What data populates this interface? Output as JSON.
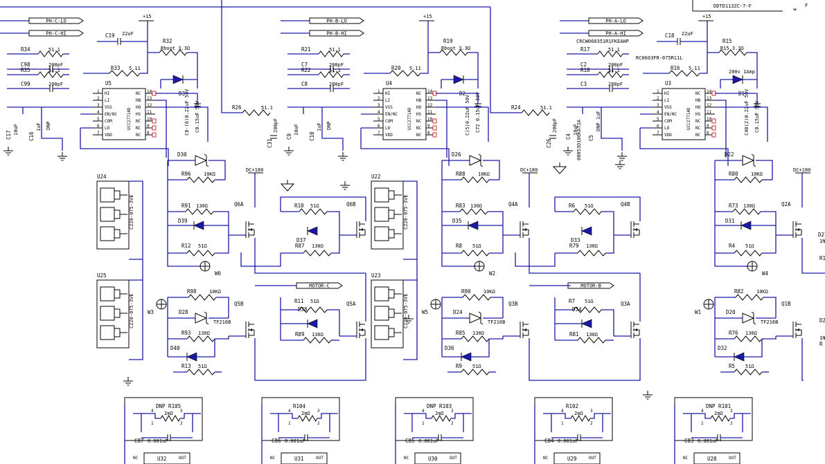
{
  "top_right": {
    "part": "DDTD113ZC-7-F",
    "corner_glyph": "4",
    "corner_f": "F"
  },
  "phases": [
    {
      "id": "C",
      "lo": "PH-C-LO",
      "hi": "PH-C-HI",
      "supply": "+15",
      "u": "U5",
      "uic": "UCC27714D",
      "cboot": "C19",
      "cboot_val": "22uF",
      "rboot": "R32",
      "rboot_val": "Rboot 3.3Ω",
      "rA": "R34",
      "rA_val": "51.1",
      "cA": "C98",
      "cA_val": "200pF",
      "rB": "R35",
      "rB_val": "51.1",
      "cB": "C99",
      "cB_val": "200pF",
      "rC": "R33",
      "rC_val": "5.11",
      "d": "D3",
      "cap2": "C8-(6)0.22uF 50V",
      "cap3": "C0.15uF 50V",
      "cx1": "C17",
      "cx1v": "10uF",
      "cx2": "C16",
      "cx2v": "1uF",
      "dnp": "DNP"
    },
    {
      "id": "B",
      "lo": "PH-B-LO",
      "hi": "PH-B-HI",
      "supply": "+15",
      "u": "U4",
      "uic": "UCC27714D",
      "rboot": "R19",
      "rboot_val": "Rboot 3.3Ω",
      "rA": "R21",
      "rA_val": "51.1",
      "cA": "C7",
      "cA_val": "200pF",
      "rB": "R22",
      "rB_val": "51.1",
      "cB": "C8",
      "cB_val": "200pF",
      "rC": "R20",
      "rC_val": "5.11",
      "d": "D2",
      "cap2": "C(5)0.22uF 50V",
      "cap3": "C72 0.15uF 50V",
      "cx1": "C9",
      "cx1v": "10uF",
      "cx2": "C10",
      "cx2v": "1uF",
      "dnp": "DNP",
      "rin": "R26",
      "rin_val": "51.1",
      "cin": "C31",
      "cin_val": "200pF"
    },
    {
      "id": "A",
      "lo": "PH-A-LO",
      "hi": "PH-A-HI",
      "supply": "+15",
      "u": "U3",
      "uic": "UCC27714D",
      "cboot": "C18",
      "cboot_val": "22uF",
      "rboot": "R15",
      "rboot_val": "R15 3.3Ω",
      "rA": "R17",
      "rA_val": "51.1",
      "cA": "C2",
      "cA_val": "200pF",
      "rB": "R18",
      "rB_val": "51.1",
      "cB": "C3",
      "cB_val": "200pF",
      "rC": "R16",
      "rC_val": "5.11",
      "d": "D1",
      "dval": "200v 1Amp",
      "cap2": "C40(2)0.22uF 50V",
      "cap3": "C0.15uF 50V",
      "part1": "CRCW060351R1FKEAHP",
      "part2": "RC0603FR-075R11L",
      "cx1": "C4",
      "cx1v": "10uF",
      "cx2": "C5",
      "cx2v": "DNP 1uF",
      "cx1part": "08053D106KAT2A",
      "rin": "R24",
      "rin_val": "51.1",
      "cin": "C26",
      "cin_val": "200pF"
    }
  ],
  "ic_pins_left": [
    "HI",
    "LI",
    "VSS",
    "EN/NC",
    "COM",
    "LO",
    "VDD"
  ],
  "ic_pins_right": [
    "NC",
    "HB",
    "HO",
    "HS",
    "NC",
    "NC",
    "NC"
  ],
  "ic_pin_nums_left": [
    "1",
    "2",
    "3",
    "4",
    "5",
    "6",
    "7"
  ],
  "ic_pin_nums_right": [
    "14",
    "13",
    "12",
    "11",
    "10",
    "9",
    "8"
  ],
  "dc_label": "DC+180",
  "motor": {
    "c": "MOTOR-C",
    "b": "MOTOR-B"
  },
  "bridges": [
    {
      "q_hi": "Q6A",
      "q_lo": "Q5B",
      "q_hi2": "Q6B",
      "q_lo2": "Q5A",
      "w": "W6",
      "w2": "W3",
      "d_top": "D30",
      "r_top": "R96",
      "r_top_v": "10KΩ",
      "r1": "R91",
      "r1v": "130Ω",
      "d1": "D39",
      "r2": "R12",
      "r2v": "51Ω",
      "r3": "R10",
      "r3v": "51Ω",
      "d3": "D37",
      "r4": "R87",
      "r4v": "130Ω",
      "r5": "R98",
      "r5v": "10KΩ",
      "d5": "D28",
      "d5v": "TF216B",
      "r6": "R93",
      "r6v": "130Ω",
      "d6": "D40",
      "r7": "R13",
      "r7v": "51Ω",
      "r8": "R11",
      "r8v": "51Ω",
      "d8": "D38",
      "r9": "R89",
      "r9v": "130Ω",
      "heat1": "U24",
      "heat1v": "C220-075-3VE",
      "heat2": "U25",
      "heat2v": "C220-075-3VE"
    },
    {
      "q_hi": "Q4A",
      "q_lo": "Q3B",
      "q_hi2": "Q4B",
      "q_lo2": "Q3A",
      "w": "W2",
      "w2": "W5",
      "d_top": "D26",
      "r_top": "R88",
      "r_top_v": "10KΩ",
      "r1": "R83",
      "r1v": "130Ω",
      "d1": "D35",
      "r2": "R8",
      "r2v": "51Ω",
      "r3": "R6",
      "r3v": "51Ω",
      "d3": "D33",
      "r4": "R79",
      "r4v": "130Ω",
      "r5": "R90",
      "r5v": "10KΩ",
      "d5": "D24",
      "d5v": "TF216B",
      "r6": "R85",
      "r6v": "130Ω",
      "d6": "D36",
      "r7": "R9",
      "r7v": "51Ω",
      "r8": "R7",
      "r8v": "51Ω",
      "d8": "D34",
      "r9": "R81",
      "r9v": "130Ω",
      "heat1": "U22",
      "heat1v": "C220-075-3VE",
      "heat2": "U23",
      "heat2v": "C220-075-3VE"
    },
    {
      "q_hi": "Q2A",
      "q_lo": "Q1B",
      "w": "W4",
      "w2": "W1",
      "d_top": "D22",
      "r_top": "R80",
      "r_top_v": "10KΩ",
      "r1": "R73",
      "r1v": "130Ω",
      "d1": "D31",
      "r2": "R4",
      "r2v": "51Ω",
      "r5": "R82",
      "r5v": "10KΩ",
      "d5": "D20",
      "d5v": "TF216B",
      "r6": "R76",
      "r6v": "130Ω",
      "d6": "D32",
      "r7": "R5",
      "r7v": "51Ω",
      "edge1": "D27",
      "edge2": "1N",
      "edge3": "R1",
      "edge4": "D2",
      "edge5": "1N",
      "edge6": "R"
    }
  ],
  "sense": [
    {
      "r": "DNP R105",
      "rv": "2mΩ",
      "c": "C87",
      "cv": "0.001uF",
      "u": "U32"
    },
    {
      "r": "R104",
      "rv": "2mΩ",
      "c": "C86",
      "cv": "0.001uF",
      "u": "U31"
    },
    {
      "r": "DNP R103",
      "rv": "2mΩ",
      "c": "C85",
      "cv": "0.001uF",
      "u": "U30"
    },
    {
      "r": "R102",
      "rv": "2mΩ",
      "c": "C84",
      "cv": "0.001uF",
      "u": "U29"
    },
    {
      "r": "DNP R101",
      "rv": "2mΩ",
      "c": "C83",
      "cv": "0.001uF",
      "u": "U28"
    }
  ],
  "sense_pins": {
    "p4": "4",
    "p3": "3",
    "p1": "1",
    "p2": "2",
    "nc": "NC",
    "out": "OUT"
  }
}
